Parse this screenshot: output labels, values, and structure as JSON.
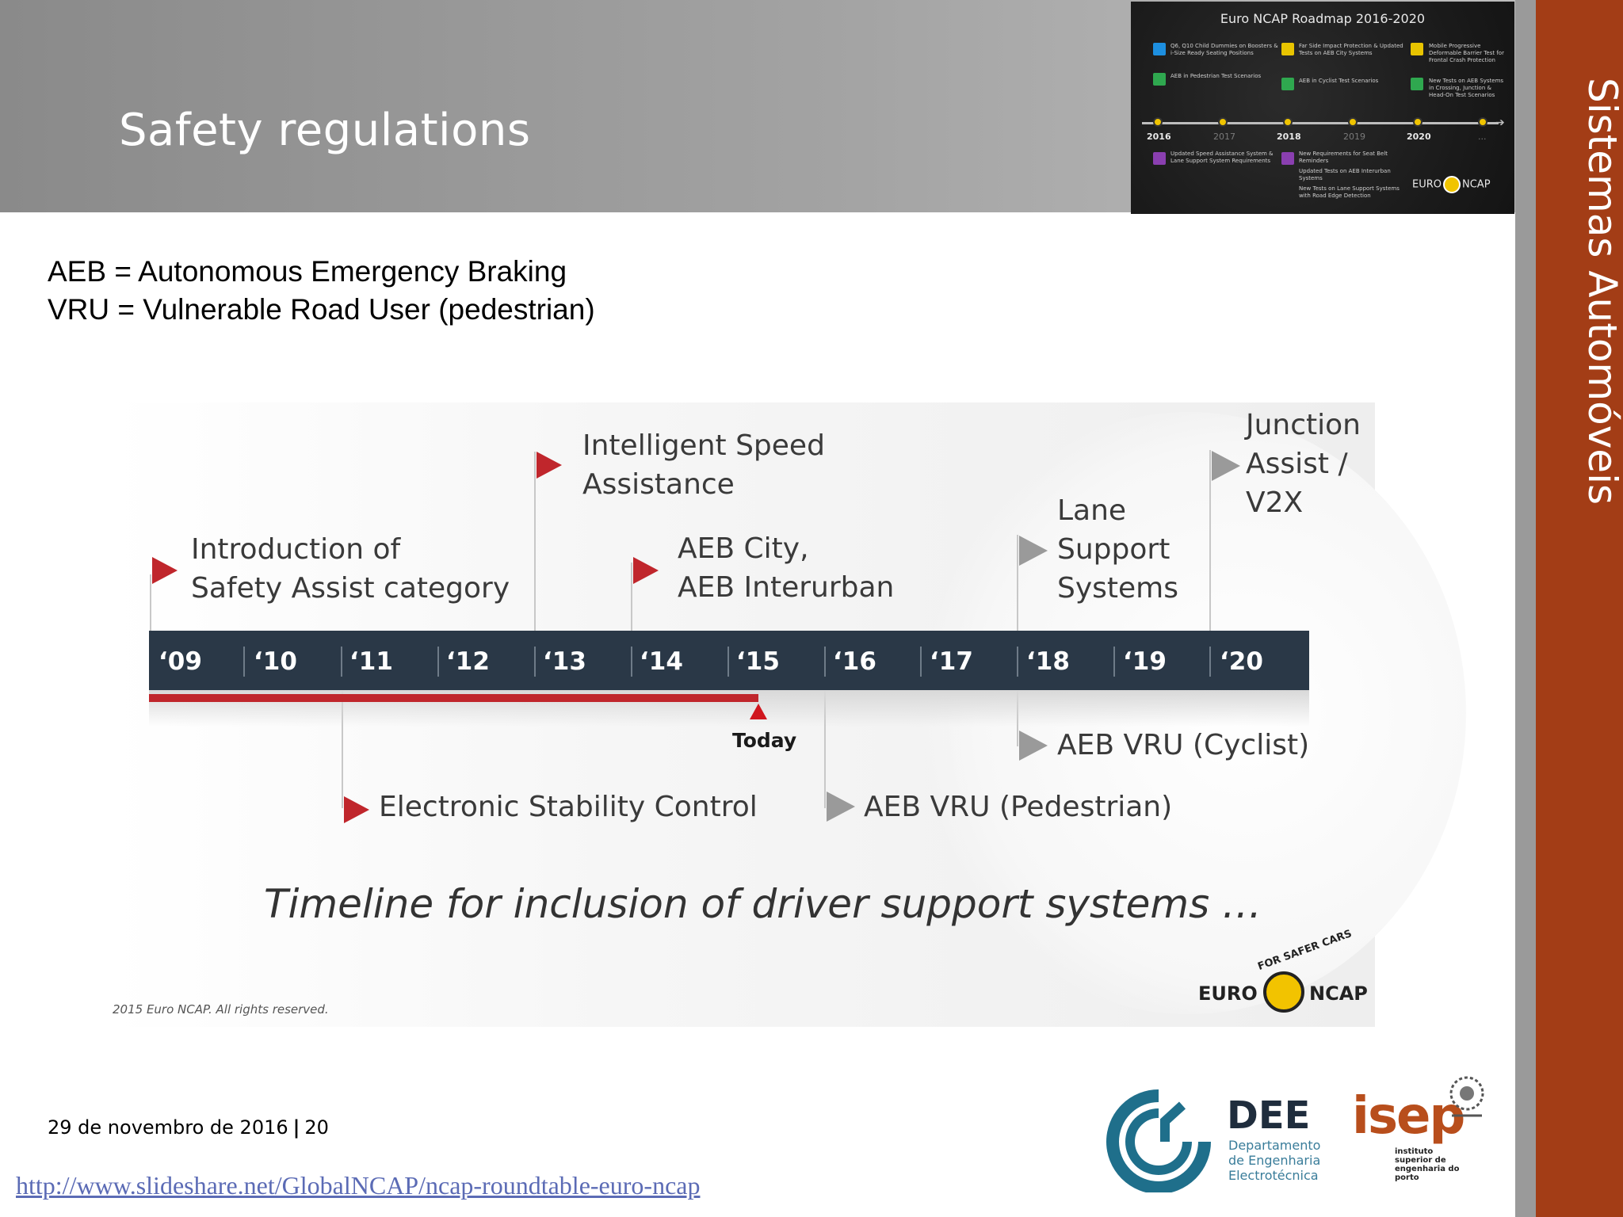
{
  "slide": {
    "title": "Safety regulations",
    "side_title": "Sistemas Automóveis"
  },
  "definitions": [
    "AEB = Autonomous Emergency Braking",
    "VRU = Vulnerable Road User (pedestrian)"
  ],
  "roadmap_thumbnail": {
    "title": "Euro NCAP Roadmap 2016-2020",
    "years": [
      "2016",
      "2017",
      "2018",
      "2019",
      "2020",
      "..."
    ],
    "items": [
      {
        "text": "Q6, Q10 Child Dummies on Boosters & i-Size Ready Seating Positions",
        "icon_color": "#1d8fe0"
      },
      {
        "text": "AEB in Pedestrian Test Scenarios",
        "icon_color": "#2fa84f"
      },
      {
        "text": "Far Side Impact Protection & Updated Tests on AEB City Systems",
        "icon_color": "#e8c400"
      },
      {
        "text": "AEB in Cyclist Test Scenarios",
        "icon_color": "#2fa84f"
      },
      {
        "text": "Mobile Progressive Deformable Barrier Test for Frontal Crash Protection",
        "icon_color": "#e8c400"
      },
      {
        "text": "New Tests on AEB Systems in Crossing, Junction & Head-On Test Scenarios",
        "icon_color": "#2fa84f"
      },
      {
        "text": "Updated Speed Assistance System & Lane Support System Requirements",
        "icon_color": "#8a3fb0"
      },
      {
        "text": "New Requirements for Seat Belt Reminders",
        "icon_color": "#8a3fb0"
      },
      {
        "text": "Updated Tests on AEB Interurban Systems",
        "icon_color": "#8a3fb0"
      },
      {
        "text": "New Tests on Lane Support Systems with Road Edge Detection",
        "icon_color": "#8a3fb0"
      }
    ],
    "logo_text": "EURO NCAP"
  },
  "timeline": {
    "years": [
      "‘09",
      "‘10",
      "‘11",
      "‘12",
      "‘13",
      "‘14",
      "‘15",
      "‘16",
      "‘17",
      "‘18",
      "‘19",
      "‘20"
    ],
    "progress_fraction": 0.525,
    "today_label": "Today",
    "events_above": [
      {
        "lines": [
          "Introduction of",
          "Safety Assist category"
        ],
        "flag_color": "red"
      },
      {
        "lines": [
          "Intelligent Speed",
          "Assistance"
        ],
        "flag_color": "red"
      },
      {
        "lines": [
          "AEB City,",
          "AEB Interurban"
        ],
        "flag_color": "red"
      },
      {
        "lines": [
          "Lane",
          "Support",
          "Systems"
        ],
        "flag_color": "gray"
      },
      {
        "lines": [
          "Junction",
          "Assist /",
          "V2X"
        ],
        "flag_color": "gray"
      }
    ],
    "events_below": [
      {
        "text": "Electronic Stability Control",
        "flag_color": "red"
      },
      {
        "text": "AEB VRU (Pedestrian)",
        "flag_color": "gray"
      },
      {
        "text": "AEB VRU (Cyclist)",
        "flag_color": "gray"
      }
    ],
    "caption": "Timeline for inclusion of driver support systems …",
    "copyright": "2015 Euro NCAP. All rights reserved.",
    "logo": {
      "left": "EURO",
      "right": "NCAP",
      "arc": "FOR SAFER CARS"
    }
  },
  "footer": {
    "date": "29 de novembro de 2016",
    "page": "20",
    "link": "http://www.slideshare.net/GlobalNCAP/ncap-roundtable-euro-ncap"
  },
  "logos": {
    "dee_name": "DEE",
    "dee_sub": [
      "Departamento",
      "de Engenharia",
      "Electrotécnica"
    ],
    "isep_name": "isep",
    "isep_sub": [
      "instituto",
      "superior de",
      "engenharia do",
      "porto"
    ]
  },
  "colors": {
    "side_band": "#a33d16",
    "timeline_bar": "#2a3847",
    "flag_red": "#c0262c",
    "flag_gray": "#9a9a9a"
  }
}
